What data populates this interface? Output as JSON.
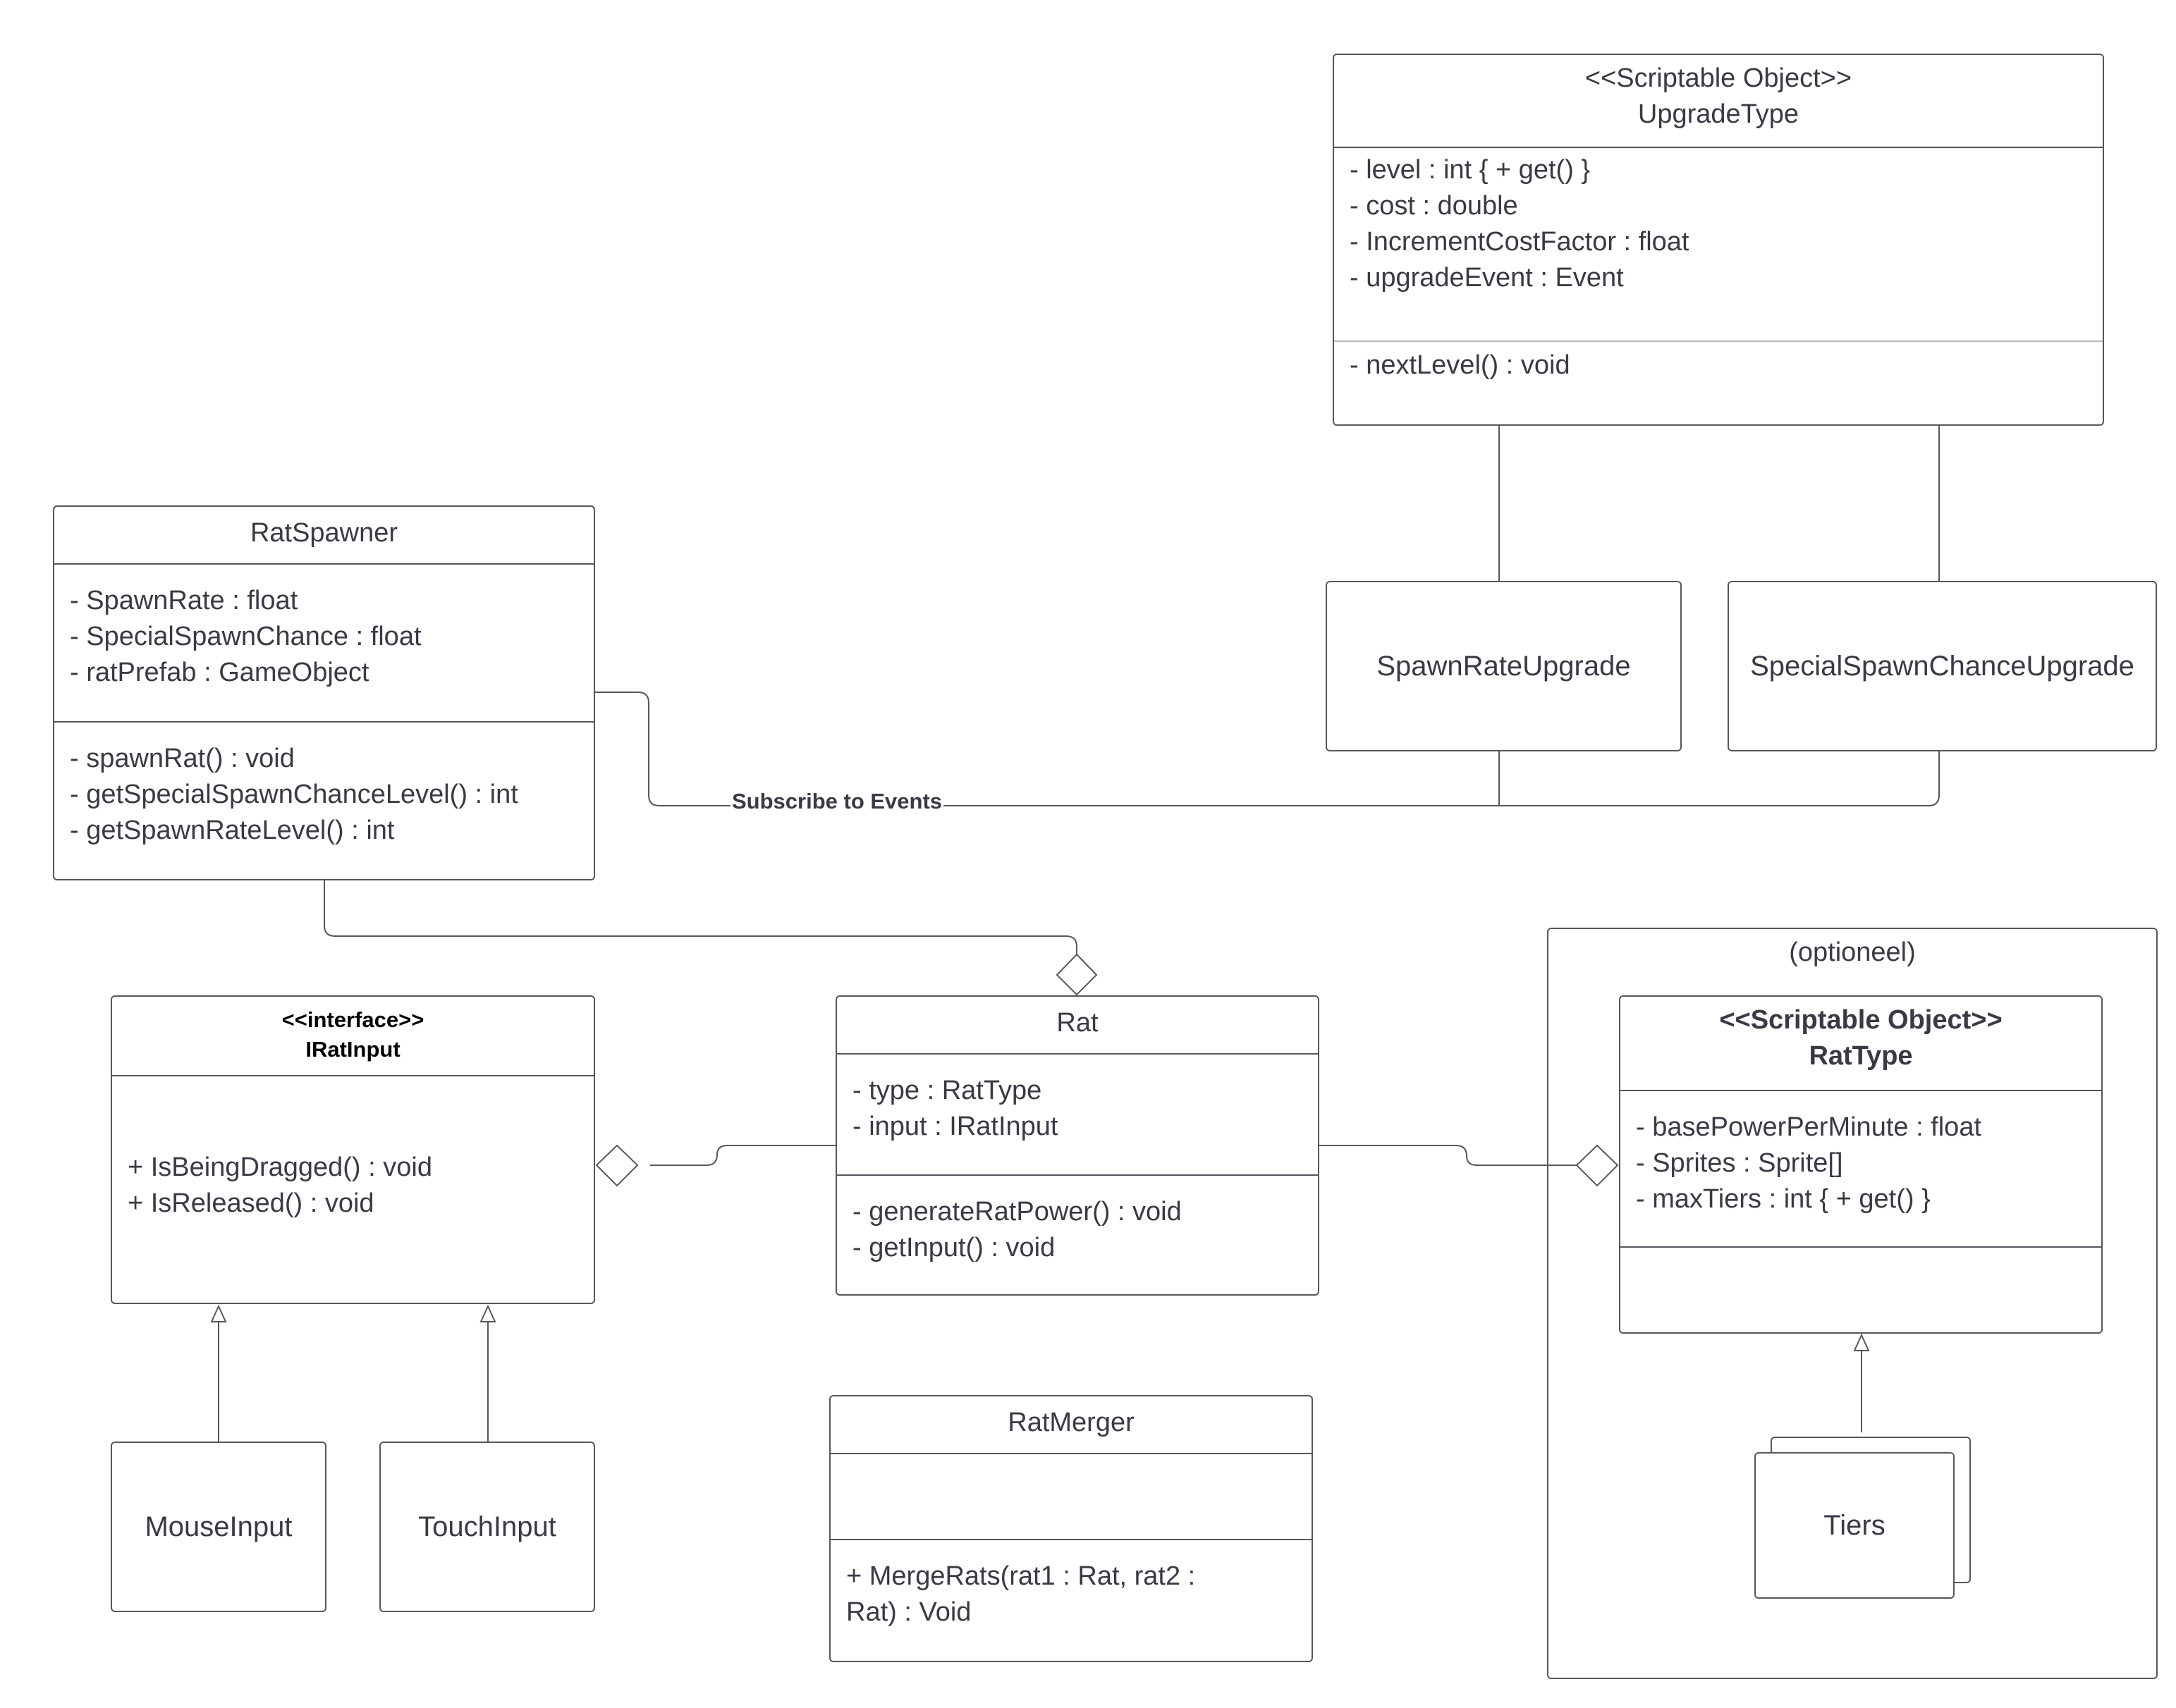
{
  "diagram": {
    "upgrade_type": {
      "stereotype": "<<Scriptable Object>>",
      "name": "UpgradeType",
      "attributes": [
        "- level : int { + get() }",
        "- cost : double",
        "- IncrementCostFactor : float",
        "- upgradeEvent : Event"
      ],
      "methods": [
        "- nextLevel() : void"
      ]
    },
    "spawn_rate_upgrade": {
      "name": "SpawnRateUpgrade"
    },
    "special_spawn_chance_upgrade": {
      "name": "SpecialSpawnChanceUpgrade"
    },
    "rat_spawner": {
      "name": "RatSpawner",
      "attributes": [
        "- SpawnRate : float",
        "- SpecialSpawnChance : float",
        "- ratPrefab : GameObject"
      ],
      "methods": [
        "- spawnRat() : void",
        "- getSpecialSpawnChanceLevel() : int",
        "- getSpawnRateLevel() : int"
      ]
    },
    "subscribe_label": "Subscribe to Events",
    "irat_input": {
      "stereotype": "<<interface>>",
      "name": "IRatInput",
      "methods": [
        "+ IsBeingDragged() : void",
        "+ IsReleased() : void"
      ]
    },
    "rat": {
      "name": "Rat",
      "attributes": [
        "- type : RatType",
        "- input : IRatInput"
      ],
      "methods": [
        "- generateRatPower() : void",
        "- getInput() : void"
      ]
    },
    "mouse_input": {
      "name": "MouseInput"
    },
    "touch_input": {
      "name": "TouchInput"
    },
    "rat_merger": {
      "name": "RatMerger",
      "methods": [
        "+ MergeRats(rat1 : Rat, rat2 :",
        "Rat) : Void"
      ]
    },
    "optional_group": {
      "label": "(optioneel)"
    },
    "rat_type": {
      "stereotype": "<<Scriptable Object>>",
      "name": "RatType",
      "attributes": [
        "- basePowerPerMinute : float",
        "- Sprites : Sprite[]",
        "- maxTiers : int { + get() }"
      ]
    },
    "tiers": {
      "name": "Tiers"
    }
  }
}
